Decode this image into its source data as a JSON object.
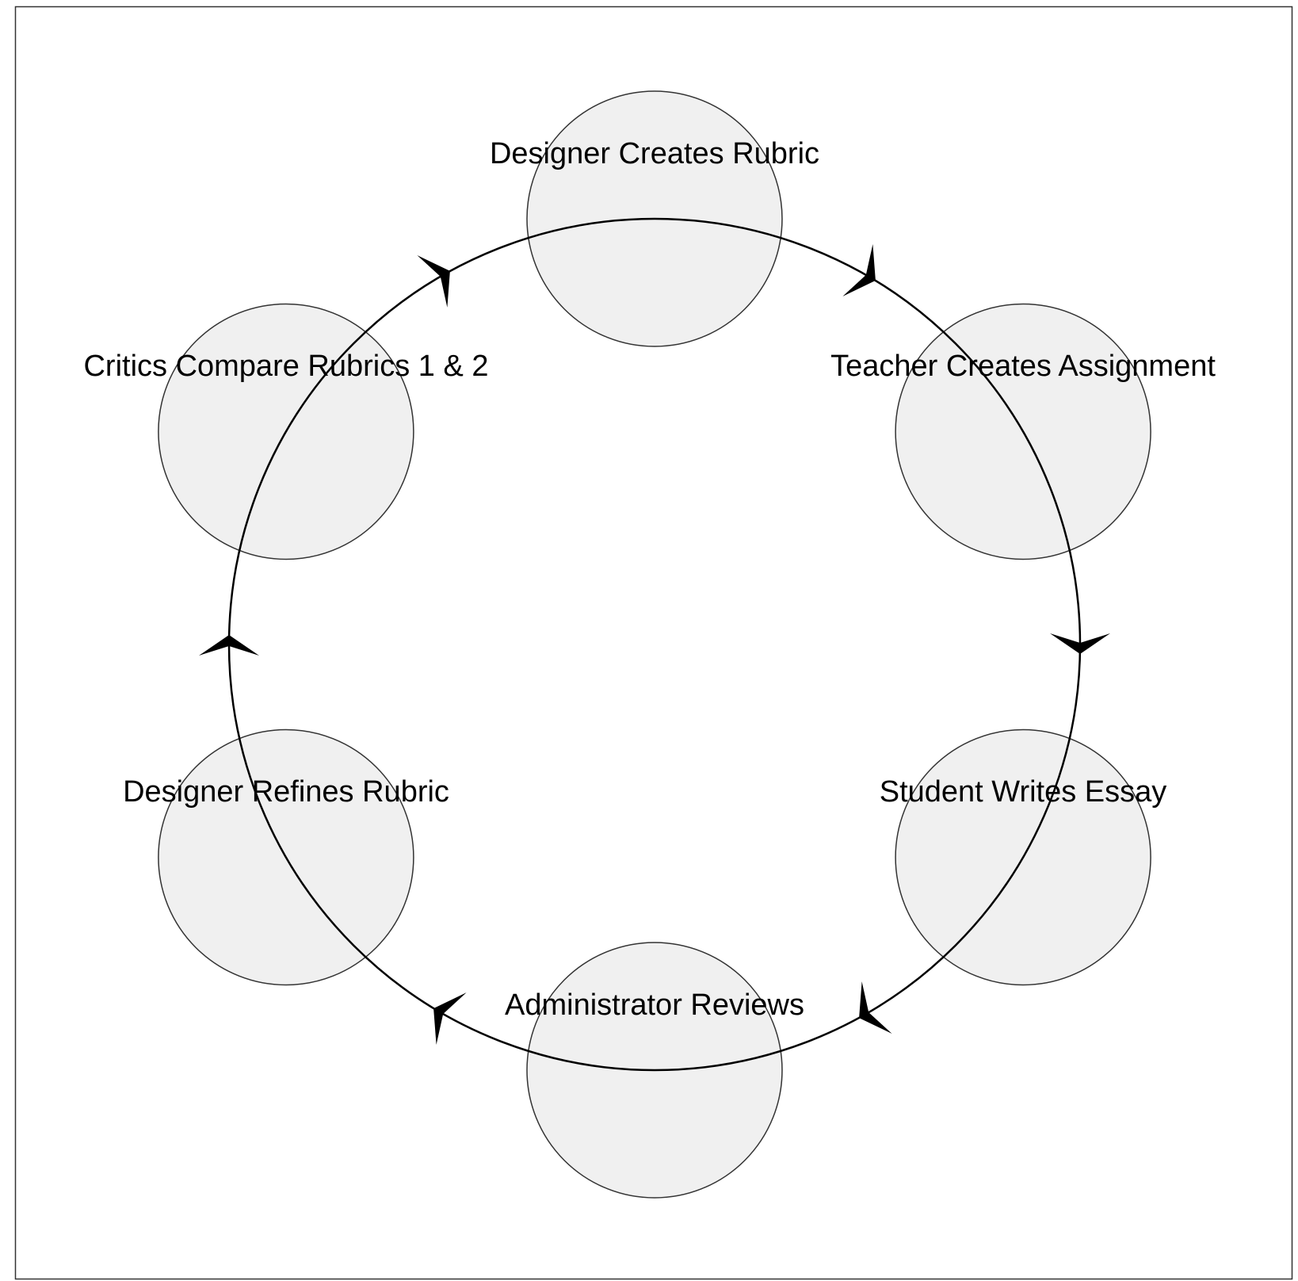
{
  "diagram": {
    "type": "cycle",
    "direction": "clockwise",
    "colors": {
      "node_fill": "#f0f0f0",
      "node_stroke": "#333333",
      "cycle_stroke": "#000000",
      "frame_stroke": "#333333",
      "background": "#ffffff"
    },
    "nodes": [
      {
        "label": "Designer Creates Rubric"
      },
      {
        "label": "Teacher Creates Assignment"
      },
      {
        "label": "Student Writes Essay"
      },
      {
        "label": "Administrator Reviews"
      },
      {
        "label": "Designer Refines Rubric"
      },
      {
        "label": "Critics Compare Rubrics 1 & 2"
      }
    ],
    "edges": [
      {
        "from": 0,
        "to": 1
      },
      {
        "from": 1,
        "to": 2
      },
      {
        "from": 2,
        "to": 3
      },
      {
        "from": 3,
        "to": 4
      },
      {
        "from": 4,
        "to": 5
      },
      {
        "from": 5,
        "to": 0
      }
    ]
  }
}
